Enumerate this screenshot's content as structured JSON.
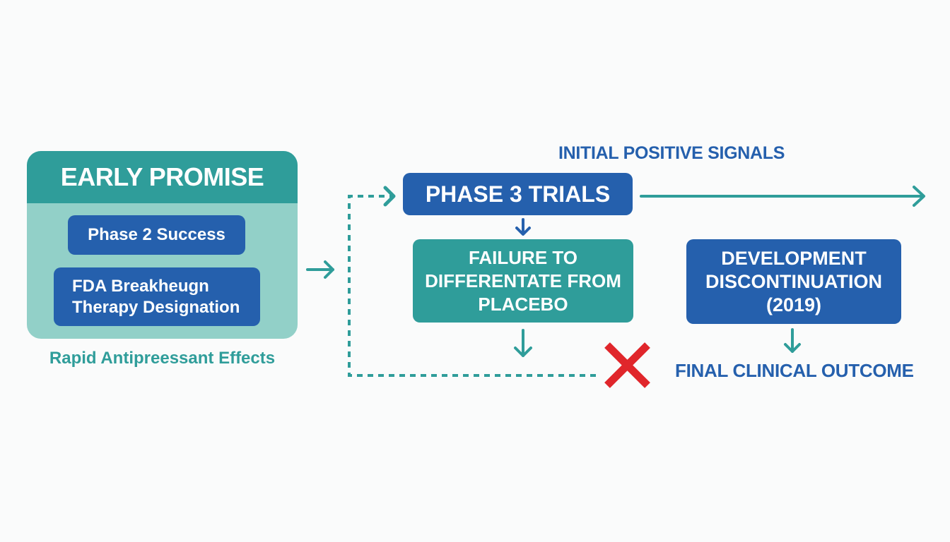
{
  "early_promise": {
    "title": "EARLY PROMISE",
    "items": [
      {
        "label": "Phase 2 Success"
      },
      {
        "label": "FDA Breakheugn\nTherapy Designation"
      }
    ],
    "caption": "Rapid Antipreessant Effects"
  },
  "annotation_top": "INITIAL POSITIVE SIGNALS",
  "phase3": {
    "label": "PHASE 3 TRIALS"
  },
  "failure": {
    "label": "FAILURE TO\nDIFFERENTATE FROM\nPLACEBO"
  },
  "discontinuation": {
    "label": "DEVELOPMENT\nDISCONTINUATION\n(2019)"
  },
  "final_outcome": "FINAL CLINICAL OUTCOME",
  "icons": {
    "arrows": [
      "arrow-right",
      "dashed-feedback-arrow",
      "arrow-down",
      "arrow-down",
      "arrow-right-long",
      "arrow-down"
    ],
    "failure_mark": "red-x-icon"
  },
  "colors": {
    "teal": "#2f9d9a",
    "light_teal": "#92d0c8",
    "blue": "#2560ad",
    "red": "#e0262b",
    "background": "#fafbfb"
  }
}
